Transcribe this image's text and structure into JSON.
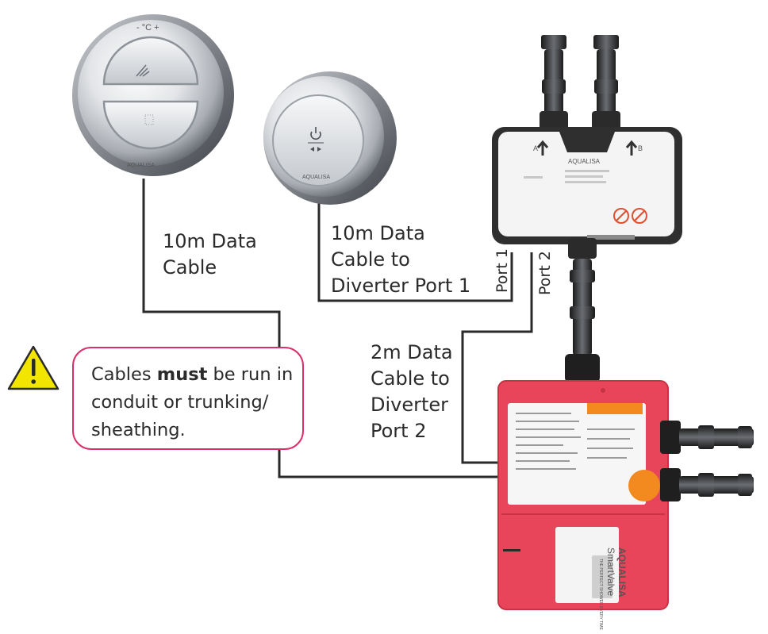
{
  "labels": {
    "cable_controller_line1": "10m Data",
    "cable_controller_line2": "Cable",
    "cable_remote_line1": "10m Data",
    "cable_remote_line2": "Cable to",
    "cable_remote_line3": "Diverter Port 1",
    "cable_diverter_line1": "2m Data",
    "cable_diverter_line2": "Cable to",
    "cable_diverter_line3": "Diverter",
    "cable_diverter_line4": "Port 2",
    "port1": "Port 1",
    "port2": "Port 2"
  },
  "warning": {
    "before": "Cables ",
    "emphasis": "must",
    "after": " be run in conduit or trunking/ sheathing."
  },
  "devices": {
    "controller_temp": "- °C +",
    "controller_brand": "AQUALISA",
    "remote_brand": "AQUALISA",
    "diverter_brand": "AQUALISA",
    "diverter_port_a": "A",
    "diverter_port_b": "B",
    "valve_brand": "AQUALISA",
    "valve_model": "SmartValve",
    "valve_tagline": "THE PERFECT SHOWER EVERY TIME"
  },
  "colors": {
    "cable": "#2a2a2a",
    "warning_border": "#d9306b",
    "warning_icon": "#f2e500",
    "valve_body": "#e8455a",
    "accent_orange": "#f28a1f",
    "text": "#2b2b2b"
  }
}
